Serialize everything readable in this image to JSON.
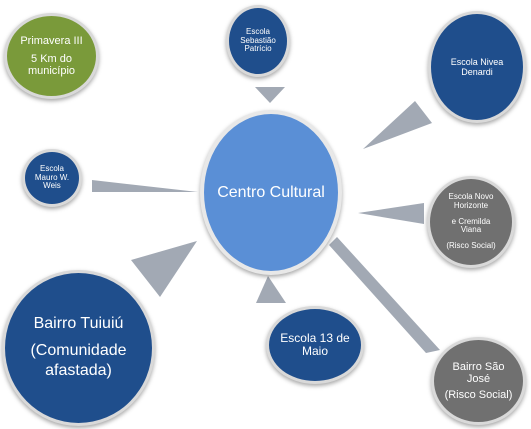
{
  "diagram": {
    "colors": {
      "center": "#5a8fd6",
      "navy": "#1f4e8c",
      "green": "#7a9a3a",
      "gray": "#707070",
      "connector": "#a2a9b4"
    },
    "center": {
      "label": "Centro Cultural"
    },
    "nodes": {
      "primavera": {
        "line1": "Primavera III",
        "line2": "5 Km do",
        "line3": "município"
      },
      "sebastiao": {
        "line1": "Escola",
        "line2": "Sebastião",
        "line3": "Patrício"
      },
      "nivea": {
        "line1": "Escola Nivea",
        "line2": "Denardi"
      },
      "mauro": {
        "line1": "Escola",
        "line2": "Mauro W.",
        "line3": "Weis"
      },
      "novo_horizonte": {
        "line1": "Escola Novo",
        "line2": "Horizonte",
        "line3": "e Cremilda",
        "line4": "Viana",
        "line5": "(Risco Social)"
      },
      "tuiuiu": {
        "line1": "Bairro Tuiuiú",
        "line2": "(Comunidade",
        "line3": "afastada)"
      },
      "treze_maio": {
        "line1": "Escola 13 de",
        "line2": "Maio"
      },
      "sao_jose": {
        "line1": "Bairro São",
        "line2": "José",
        "line3": "(Risco Social)"
      }
    }
  }
}
